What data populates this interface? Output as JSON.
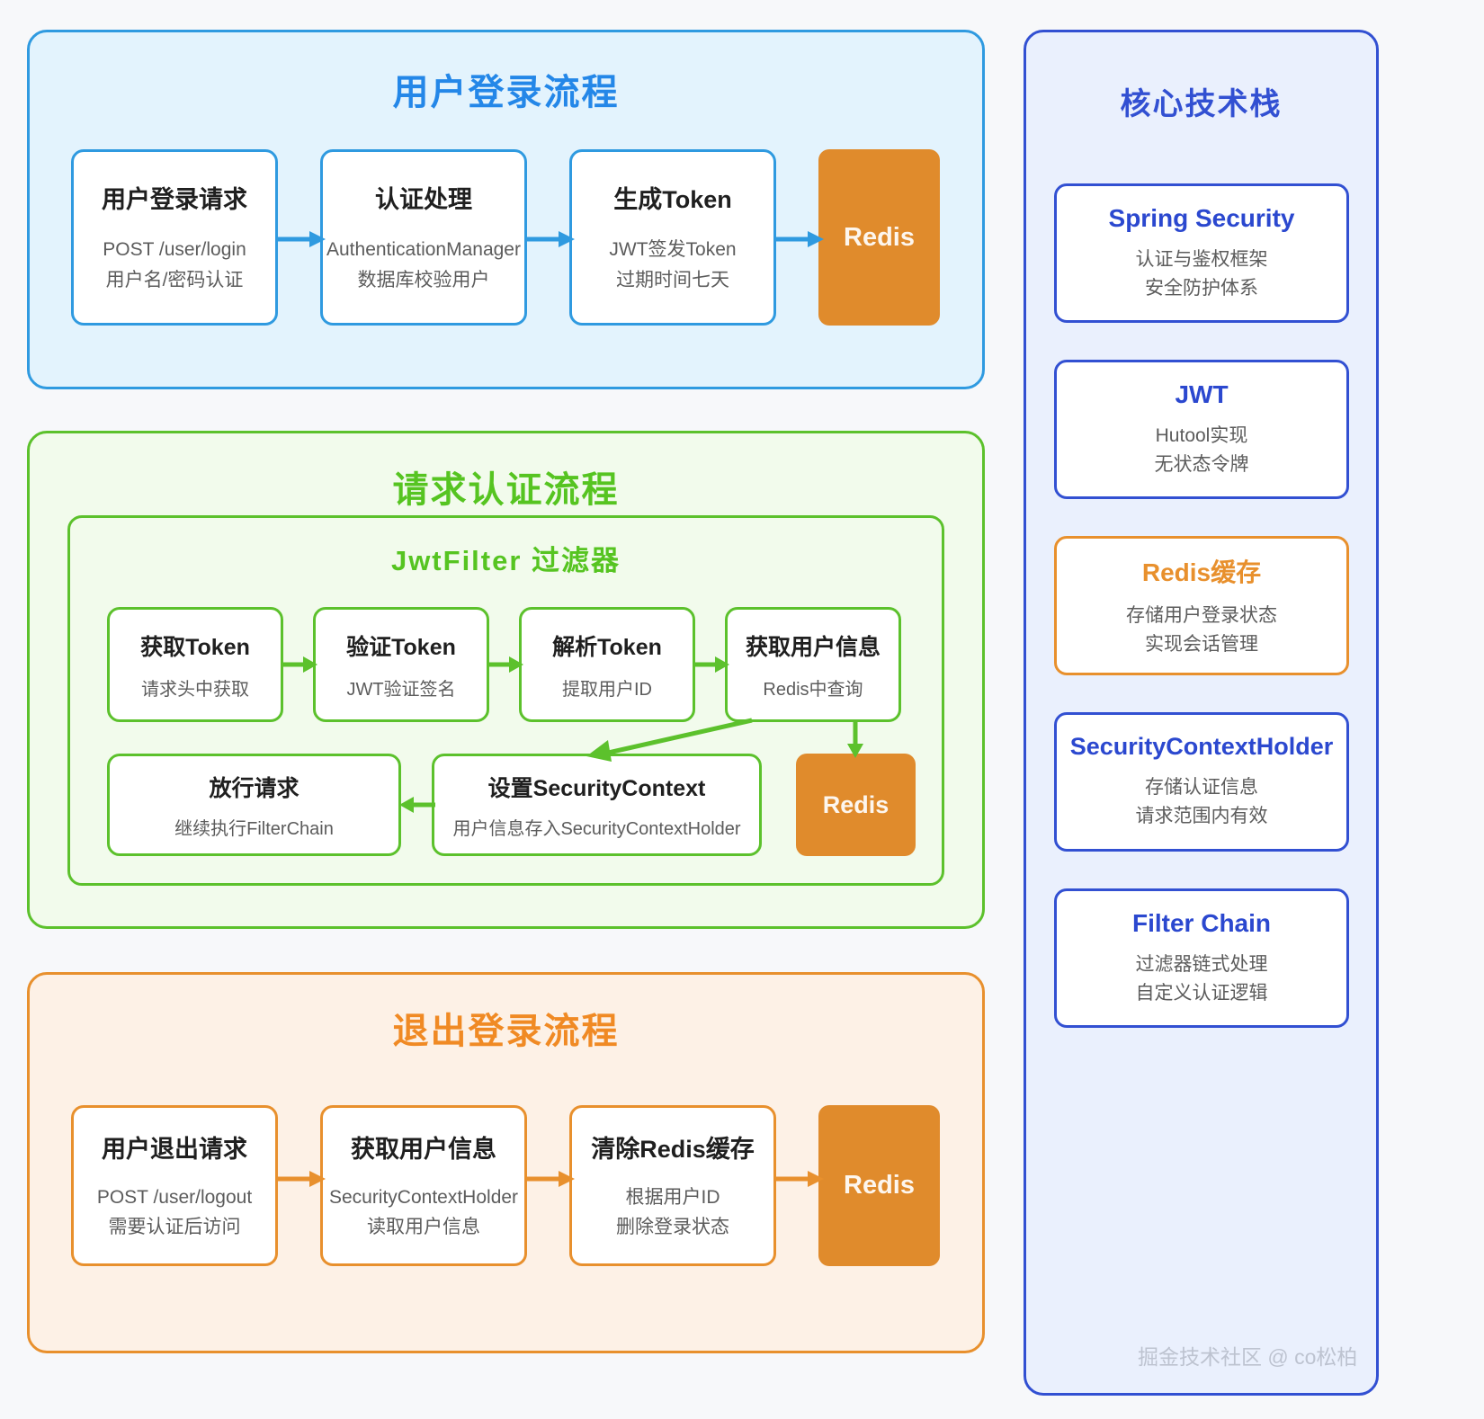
{
  "colors": {
    "blue_accent": "#2487e8",
    "blue_border": "#2f9ae0",
    "blue_bg": "#e3f3fd",
    "green_accent": "#56c421",
    "green_border": "#5cc12c",
    "green_bg": "#f2fbec",
    "orange_accent": "#f08a24",
    "orange_border": "#e8902d",
    "orange_bg": "#fdf1e6",
    "redis_fill": "#e08b2c",
    "stack_accent": "#3250d2",
    "stack_bg": "#eaf0fd",
    "page_bg": "#f7f8fa"
  },
  "login_flow": {
    "title": "用户登录流程",
    "nodes": [
      {
        "title": "用户登录请求",
        "line1": "POST /user/login",
        "line2": "用户名/密码认证"
      },
      {
        "title": "认证处理",
        "line1": "AuthenticationManager",
        "line2": "数据库校验用户"
      },
      {
        "title": "生成Token",
        "line1": "JWT签发Token",
        "line2": "过期时间七天"
      }
    ],
    "store_label": "Redis"
  },
  "auth_flow": {
    "title": "请求认证流程",
    "subtitle": "JwtFilter 过滤器",
    "row1": [
      {
        "title": "获取Token",
        "line1": "请求头中获取"
      },
      {
        "title": "验证Token",
        "line1": "JWT验证签名"
      },
      {
        "title": "解析Token",
        "line1": "提取用户ID"
      },
      {
        "title": "获取用户信息",
        "line1": "Redis中查询"
      }
    ],
    "row2": [
      {
        "title": "放行请求",
        "line1": "继续执行FilterChain"
      },
      {
        "title": "设置SecurityContext",
        "line1": "用户信息存入SecurityContextHolder"
      }
    ],
    "store_label": "Redis"
  },
  "logout_flow": {
    "title": "退出登录流程",
    "nodes": [
      {
        "title": "用户退出请求",
        "line1": "POST /user/logout",
        "line2": "需要认证后访问"
      },
      {
        "title": "获取用户信息",
        "line1": "SecurityContextHolder",
        "line2": "读取用户信息"
      },
      {
        "title": "清除Redis缓存",
        "line1": "根据用户ID",
        "line2": "删除登录状态"
      }
    ],
    "store_label": "Redis"
  },
  "tech_stack": {
    "title": "核心技术栈",
    "cards": [
      {
        "name": "Spring Security",
        "desc1": "认证与鉴权框架",
        "desc2": "安全防护体系",
        "accent": "blue"
      },
      {
        "name": "JWT",
        "desc1": "Hutool实现",
        "desc2": "无状态令牌",
        "accent": "blue"
      },
      {
        "name": "Redis缓存",
        "desc1": "存储用户登录状态",
        "desc2": "实现会话管理",
        "accent": "orange"
      },
      {
        "name": "SecurityContextHolder",
        "desc1": "存储认证信息",
        "desc2": "请求范围内有效",
        "accent": "blue"
      },
      {
        "name": "Filter Chain",
        "desc1": "过滤器链式处理",
        "desc2": "自定义认证逻辑",
        "accent": "blue"
      }
    ]
  },
  "watermark": "掘金技术社区 @ co松柏"
}
